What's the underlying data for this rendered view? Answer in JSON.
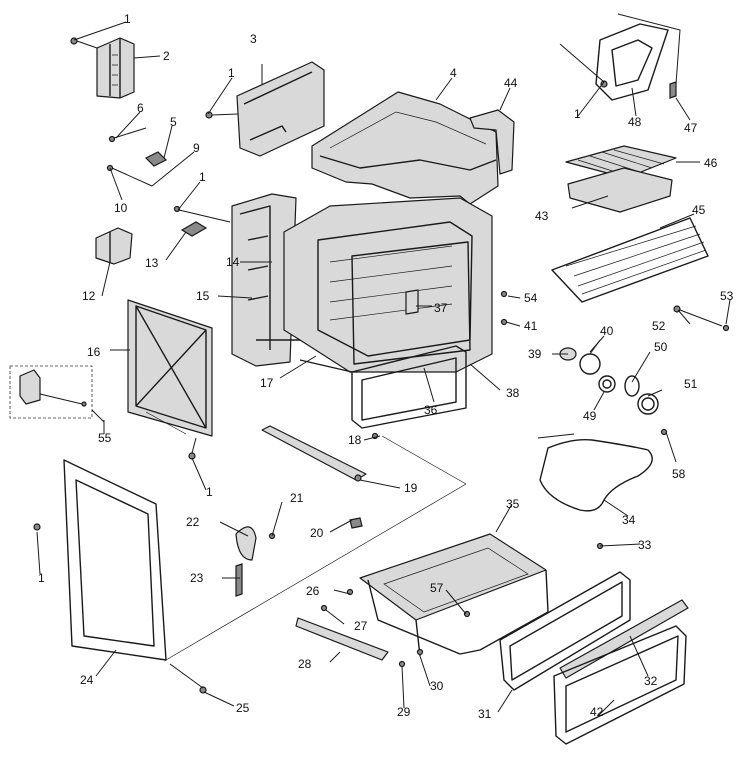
{
  "diagram": {
    "callouts": [
      {
        "id": "c1a",
        "label": "1"
      },
      {
        "id": "c2",
        "label": "2"
      },
      {
        "id": "c3",
        "label": "3"
      },
      {
        "id": "c1b",
        "label": "1"
      },
      {
        "id": "c4",
        "label": "4"
      },
      {
        "id": "c44",
        "label": "44"
      },
      {
        "id": "c1c",
        "label": "1"
      },
      {
        "id": "c48",
        "label": "48"
      },
      {
        "id": "c47",
        "label": "47"
      },
      {
        "id": "c6",
        "label": "6"
      },
      {
        "id": "c5",
        "label": "5"
      },
      {
        "id": "c9",
        "label": "9"
      },
      {
        "id": "c10",
        "label": "10"
      },
      {
        "id": "c46",
        "label": "46"
      },
      {
        "id": "c43",
        "label": "43"
      },
      {
        "id": "c1d",
        "label": "1"
      },
      {
        "id": "c13",
        "label": "13"
      },
      {
        "id": "c45",
        "label": "45"
      },
      {
        "id": "c14",
        "label": "14"
      },
      {
        "id": "c12",
        "label": "12"
      },
      {
        "id": "c53",
        "label": "53"
      },
      {
        "id": "c15",
        "label": "15"
      },
      {
        "id": "c54",
        "label": "54"
      },
      {
        "id": "c37",
        "label": "37"
      },
      {
        "id": "c52",
        "label": "52"
      },
      {
        "id": "c41",
        "label": "41"
      },
      {
        "id": "c40",
        "label": "40"
      },
      {
        "id": "c16",
        "label": "16"
      },
      {
        "id": "c50",
        "label": "50"
      },
      {
        "id": "c39",
        "label": "39"
      },
      {
        "id": "c17",
        "label": "17"
      },
      {
        "id": "c38",
        "label": "38"
      },
      {
        "id": "c51",
        "label": "51"
      },
      {
        "id": "c36",
        "label": "36"
      },
      {
        "id": "c49",
        "label": "49"
      },
      {
        "id": "c55",
        "label": "55"
      },
      {
        "id": "c18",
        "label": "18"
      },
      {
        "id": "c58",
        "label": "58"
      },
      {
        "id": "c1e",
        "label": "1"
      },
      {
        "id": "c19",
        "label": "19"
      },
      {
        "id": "c34",
        "label": "34"
      },
      {
        "id": "c21",
        "label": "21"
      },
      {
        "id": "c35",
        "label": "35"
      },
      {
        "id": "c22",
        "label": "22"
      },
      {
        "id": "c20",
        "label": "20"
      },
      {
        "id": "c1f",
        "label": "1"
      },
      {
        "id": "c33",
        "label": "33"
      },
      {
        "id": "c23",
        "label": "23"
      },
      {
        "id": "c26",
        "label": "26"
      },
      {
        "id": "c57",
        "label": "57"
      },
      {
        "id": "c27",
        "label": "27"
      },
      {
        "id": "c28",
        "label": "28"
      },
      {
        "id": "c30",
        "label": "30"
      },
      {
        "id": "c32",
        "label": "32"
      },
      {
        "id": "c24",
        "label": "24"
      },
      {
        "id": "c29",
        "label": "29"
      },
      {
        "id": "c25",
        "label": "25"
      },
      {
        "id": "c31",
        "label": "31"
      },
      {
        "id": "c42",
        "label": "42"
      }
    ]
  }
}
